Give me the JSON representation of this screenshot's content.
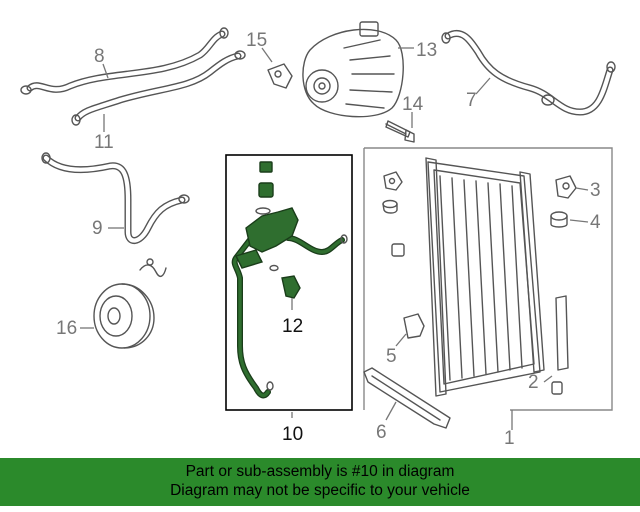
{
  "callouts": {
    "c1": "1",
    "c2": "2",
    "c3": "3",
    "c4": "4",
    "c5": "5",
    "c6": "6",
    "c7": "7",
    "c8": "8",
    "c9": "9",
    "c10": "10",
    "c11": "11",
    "c12": "12",
    "c13": "13",
    "c14": "14",
    "c15": "15",
    "c16": "16"
  },
  "highlight_color": "#2f6e2f",
  "banner": {
    "line1": "Part or sub-assembly is #10 in diagram",
    "line2": "Diagram may not be specific to your vehicle",
    "background": "#2b8a2b"
  }
}
